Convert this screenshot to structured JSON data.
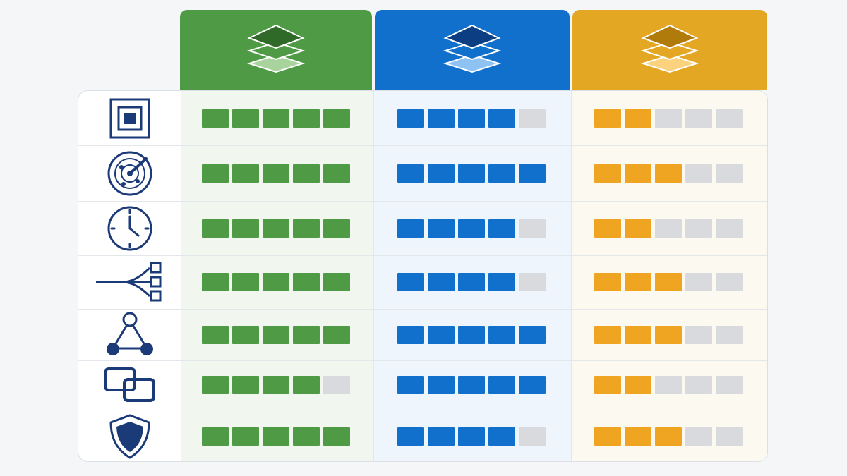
{
  "colors": {
    "page_background": "#f5f6f8",
    "empty_segment": "#d9dadd",
    "icon_stroke": "#1b3a78"
  },
  "columns": [
    {
      "id": "green",
      "header_color": "#4f9a45",
      "layer_top": "#2f6a28",
      "layer_middle": "#4f9a45",
      "layer_bottom": "#a9d39c",
      "fill_color": "#4f9a45",
      "tint": "#f1f7ef"
    },
    {
      "id": "blue",
      "header_color": "#1270cd",
      "layer_top": "#0b3e82",
      "layer_middle": "#1270cd",
      "layer_bottom": "#8ec2f3",
      "fill_color": "#1270cd",
      "tint": "#eef5fd"
    },
    {
      "id": "yellow",
      "header_color": "#e3a724",
      "layer_top": "#b07b0a",
      "layer_middle": "#e3a724",
      "layer_bottom": "#fbd27e",
      "fill_color": "#efa422",
      "tint": "#fcf9f0"
    }
  ],
  "rows": [
    {
      "icon": "nested-square-icon",
      "ratings": [
        5,
        4,
        2
      ]
    },
    {
      "icon": "radar-icon",
      "ratings": [
        5,
        5,
        3
      ]
    },
    {
      "icon": "clock-icon",
      "ratings": [
        5,
        4,
        2
      ]
    },
    {
      "icon": "branching-network-icon",
      "ratings": [
        5,
        4,
        3
      ]
    },
    {
      "icon": "triangle-nodes-icon",
      "ratings": [
        5,
        5,
        3
      ]
    },
    {
      "icon": "linked-rectangles-icon",
      "ratings": [
        4,
        5,
        2
      ]
    },
    {
      "icon": "shield-icon",
      "ratings": [
        5,
        4,
        3
      ]
    }
  ],
  "rating_max": 5
}
